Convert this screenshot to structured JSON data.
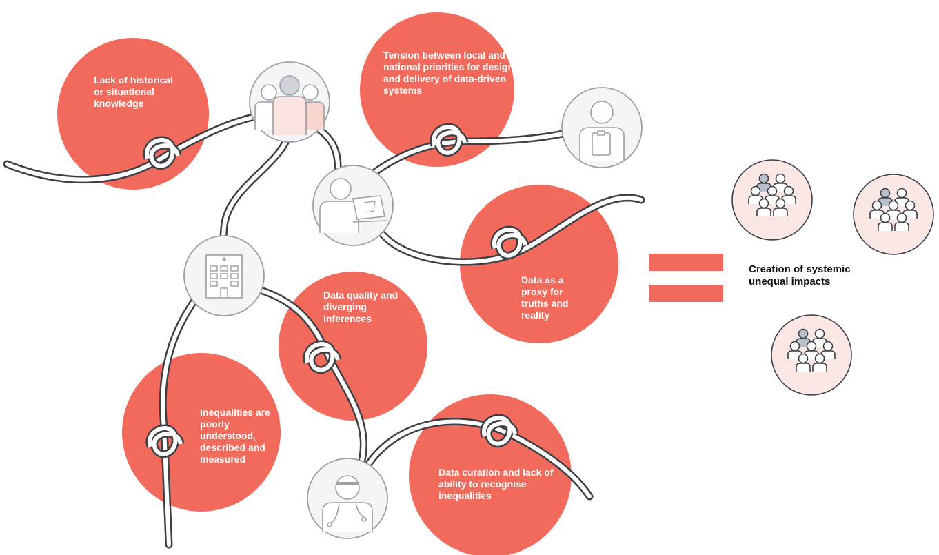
{
  "colors": {
    "accent": "#f26a5b",
    "icon_stroke": "#9aa0a6",
    "icon_fill": "#f4f5f6",
    "crowd_bg": "#fbe7e3",
    "crowd_stroke": "#3b3f46",
    "highlight_person": "#b9c0cb"
  },
  "challenges": [
    {
      "id": "lack-of-knowledge",
      "label": "Lack of historical or situational knowledge"
    },
    {
      "id": "tension-priorities",
      "label": "Tension between local and national priorities for design and delivery of data-driven systems"
    },
    {
      "id": "data-as-proxy",
      "label": "Data as a proxy for truths and reality"
    },
    {
      "id": "data-quality",
      "label": "Data quality and diverging inferences"
    },
    {
      "id": "inequalities-understood",
      "label": "Inequalities are poorly understood, described and measured"
    },
    {
      "id": "data-curation",
      "label": "Data curation and lack of ability to recognise inequalities"
    }
  ],
  "actors": [
    {
      "icon": "group-of-people-icon"
    },
    {
      "icon": "clipboard-person-icon"
    },
    {
      "icon": "person-at-laptop-icon"
    },
    {
      "icon": "hospital-building-icon"
    },
    {
      "icon": "doctor-with-stethoscope-icon"
    }
  ],
  "result": {
    "operator": "equals",
    "label": "Creation of systemic unequal impacts",
    "crowd_icon": "crowd-icon"
  }
}
